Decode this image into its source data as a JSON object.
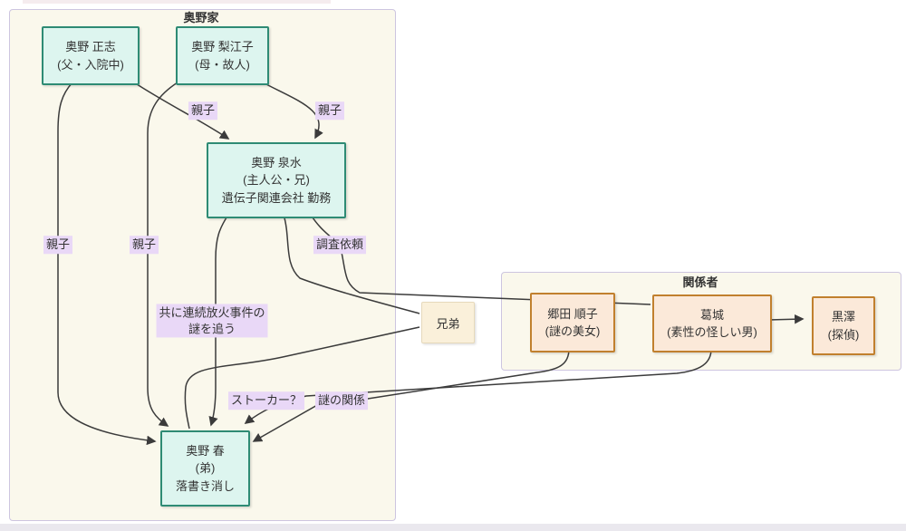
{
  "groups": {
    "family_title": "奥野家",
    "associates_title": "関係者"
  },
  "nodes": {
    "masashi": {
      "line1": "奥野 正志",
      "line2": "(父・入院中)"
    },
    "rieko": {
      "line1": "奥野 梨江子",
      "line2": "(母・故人)"
    },
    "izumi": {
      "line1": "奥野 泉水",
      "line2": "(主人公・兄)",
      "line3": "遺伝子関連会社 勤務"
    },
    "haru": {
      "line1": "奥野 春",
      "line2": "(弟)",
      "line3": "落書き消し"
    },
    "goda": {
      "line1": "郷田 順子",
      "line2": "(謎の美女)"
    },
    "katsuragi": {
      "line1": "葛城",
      "line2": "(素性の怪しい男)"
    },
    "kurosawa": {
      "line1": "黒澤",
      "line2": "(探偵)"
    }
  },
  "edge_labels": {
    "oyako1": "親子",
    "oyako2": "親子",
    "oyako3": "親子",
    "oyako4": "親子",
    "chosa": "調査依頼",
    "tomoni_line1": "共に連続放火事件の",
    "tomoni_line2": "謎を追う",
    "kyodai": "兄弟",
    "stalker": "ストーカー？",
    "nazo": "謎の関係"
  },
  "colors": {
    "teal_border": "#2e8b74",
    "teal_fill": "#ddf5ef",
    "orange_border": "#c1802e",
    "orange_fill": "#fbe9d9",
    "label_bg": "#e9d8f7",
    "group_bg": "#faf8ec",
    "group_border": "#cdc5e0",
    "kyodai_fill": "#faf0da",
    "edge_stroke": "#3b3b3b",
    "text": "#333333"
  }
}
